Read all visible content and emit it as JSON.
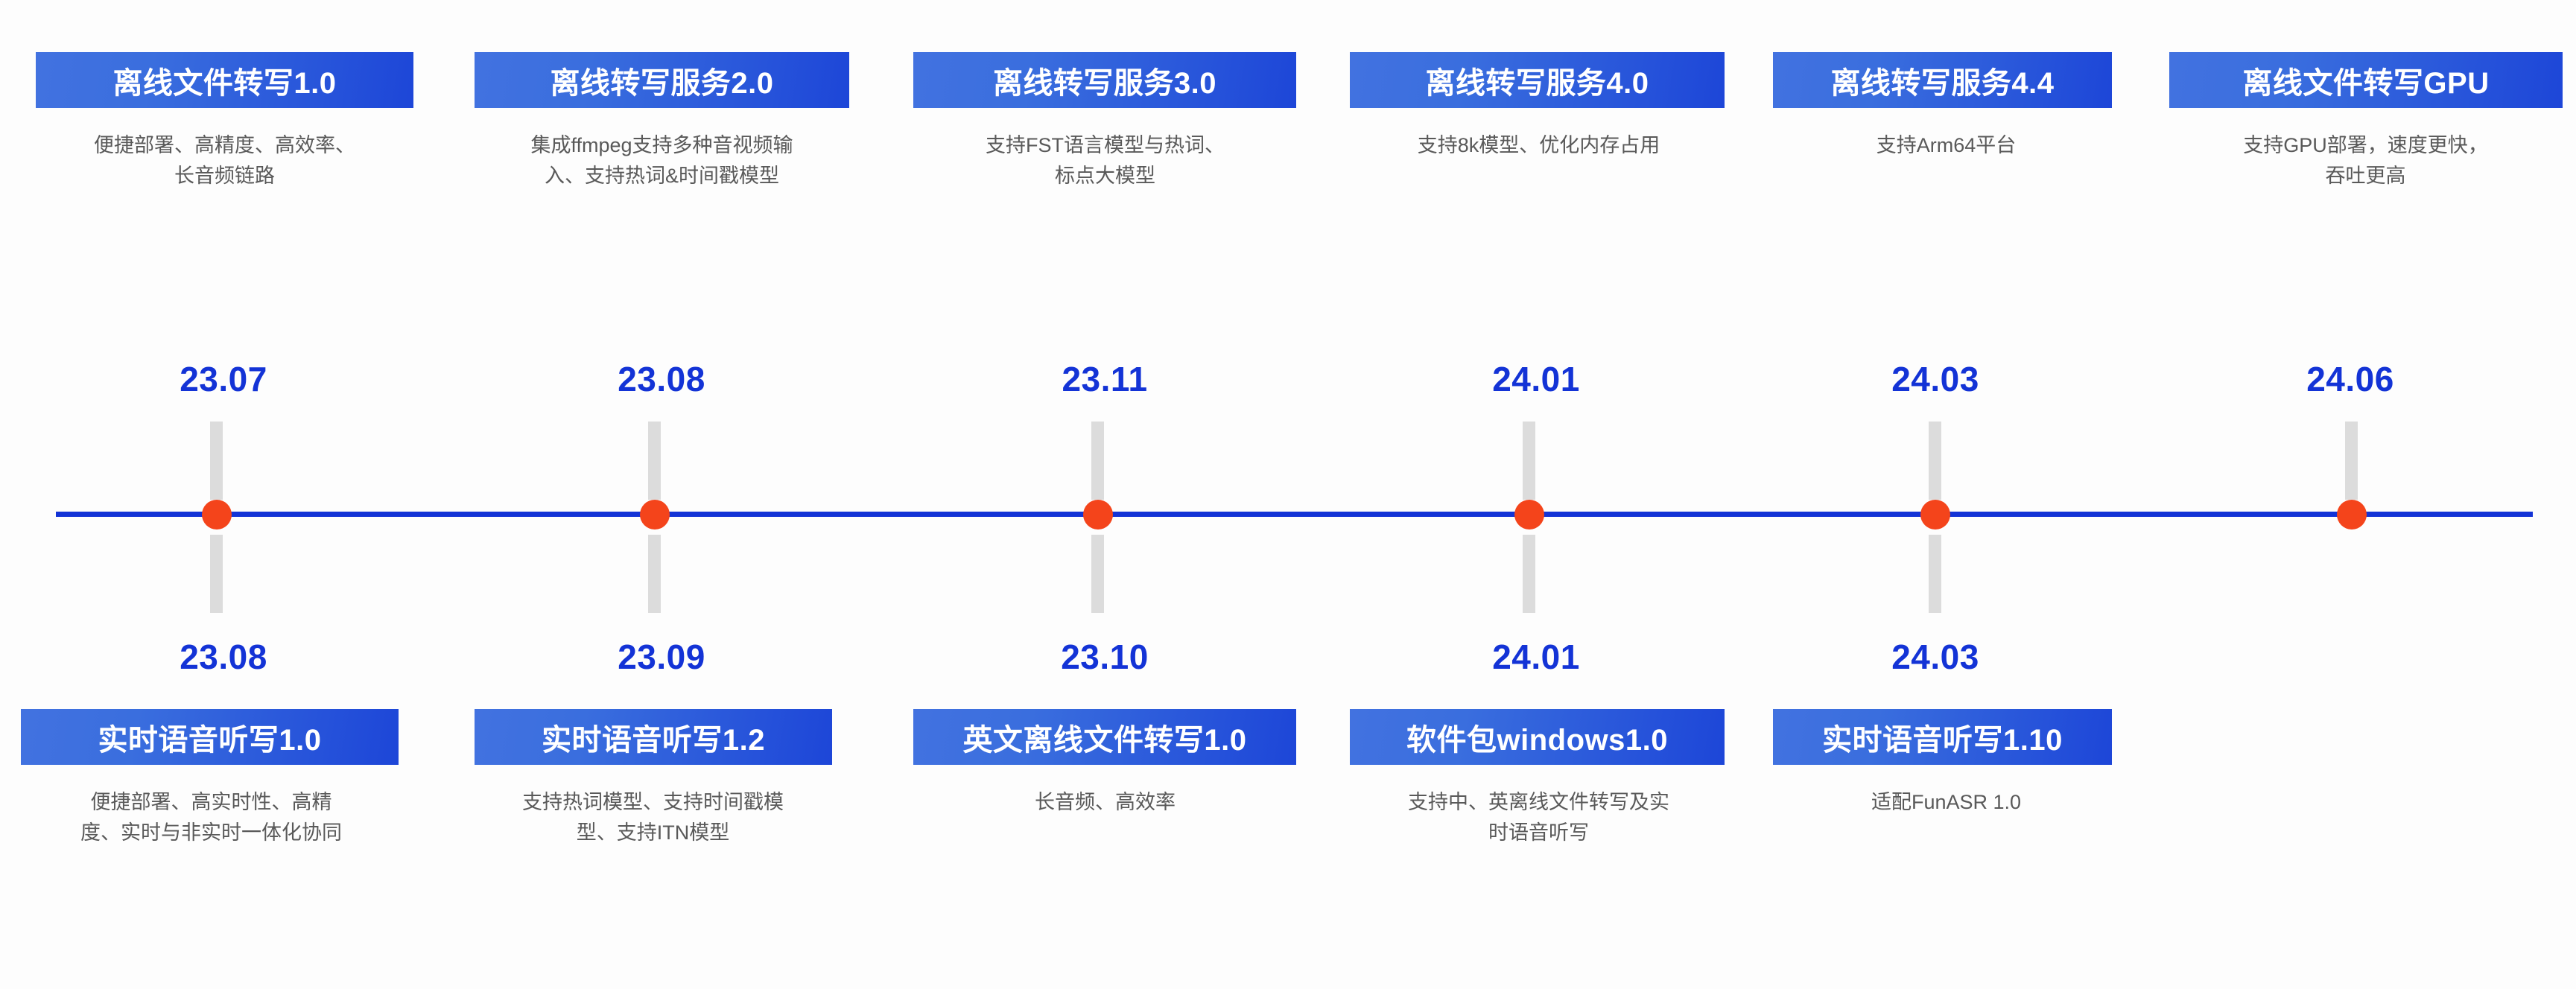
{
  "theme": {
    "accent_blue": "#1333d6",
    "chip_gradient_from": "#4272e0",
    "chip_gradient_to": "#1d46d8",
    "dot_color": "#f4441b",
    "connector_color": "#dcdcdc",
    "description_color": "#595959",
    "background": "#fdfdfd"
  },
  "timeline": {
    "milestones_above": [
      {
        "date": "23.07",
        "title": "离线文件转写1.0",
        "description": "便捷部署、高精度、高效率、\n长音频链路"
      },
      {
        "date": "23.08",
        "title": "离线转写服务2.0",
        "description": "集成ffmpeg支持多种音视频输\n入、支持热词&时间戳模型"
      },
      {
        "date": "23.11",
        "title": "离线转写服务3.0",
        "description": "支持FST语言模型与热词、\n标点大模型"
      },
      {
        "date": "24.01",
        "title": "离线转写服务4.0",
        "description": "支持8k模型、优化内存占用"
      },
      {
        "date": "24.03",
        "title": "离线转写服务4.4",
        "description": "支持Arm64平台"
      },
      {
        "date": "24.06",
        "title": "离线文件转写GPU",
        "description": "支持GPU部署，速度更快，\n吞吐更高"
      }
    ],
    "milestones_below": [
      {
        "date": "23.08",
        "title": "实时语音听写1.0",
        "description": "便捷部署、高实时性、高精\n度、实时与非实时一体化协同"
      },
      {
        "date": "23.09",
        "title": "实时语音听写1.2",
        "description": "支持热词模型、支持时间戳模\n型、支持ITN模型"
      },
      {
        "date": "23.10",
        "title": "英文离线文件转写1.0",
        "description": "长音频、高效率"
      },
      {
        "date": "24.01",
        "title": "软件包windows1.0",
        "description": "支持中、英离线文件转写及实\n时语音听写"
      },
      {
        "date": "24.03",
        "title": "实时语音听写1.10",
        "description": "适配FunASR 1.0"
      }
    ]
  }
}
